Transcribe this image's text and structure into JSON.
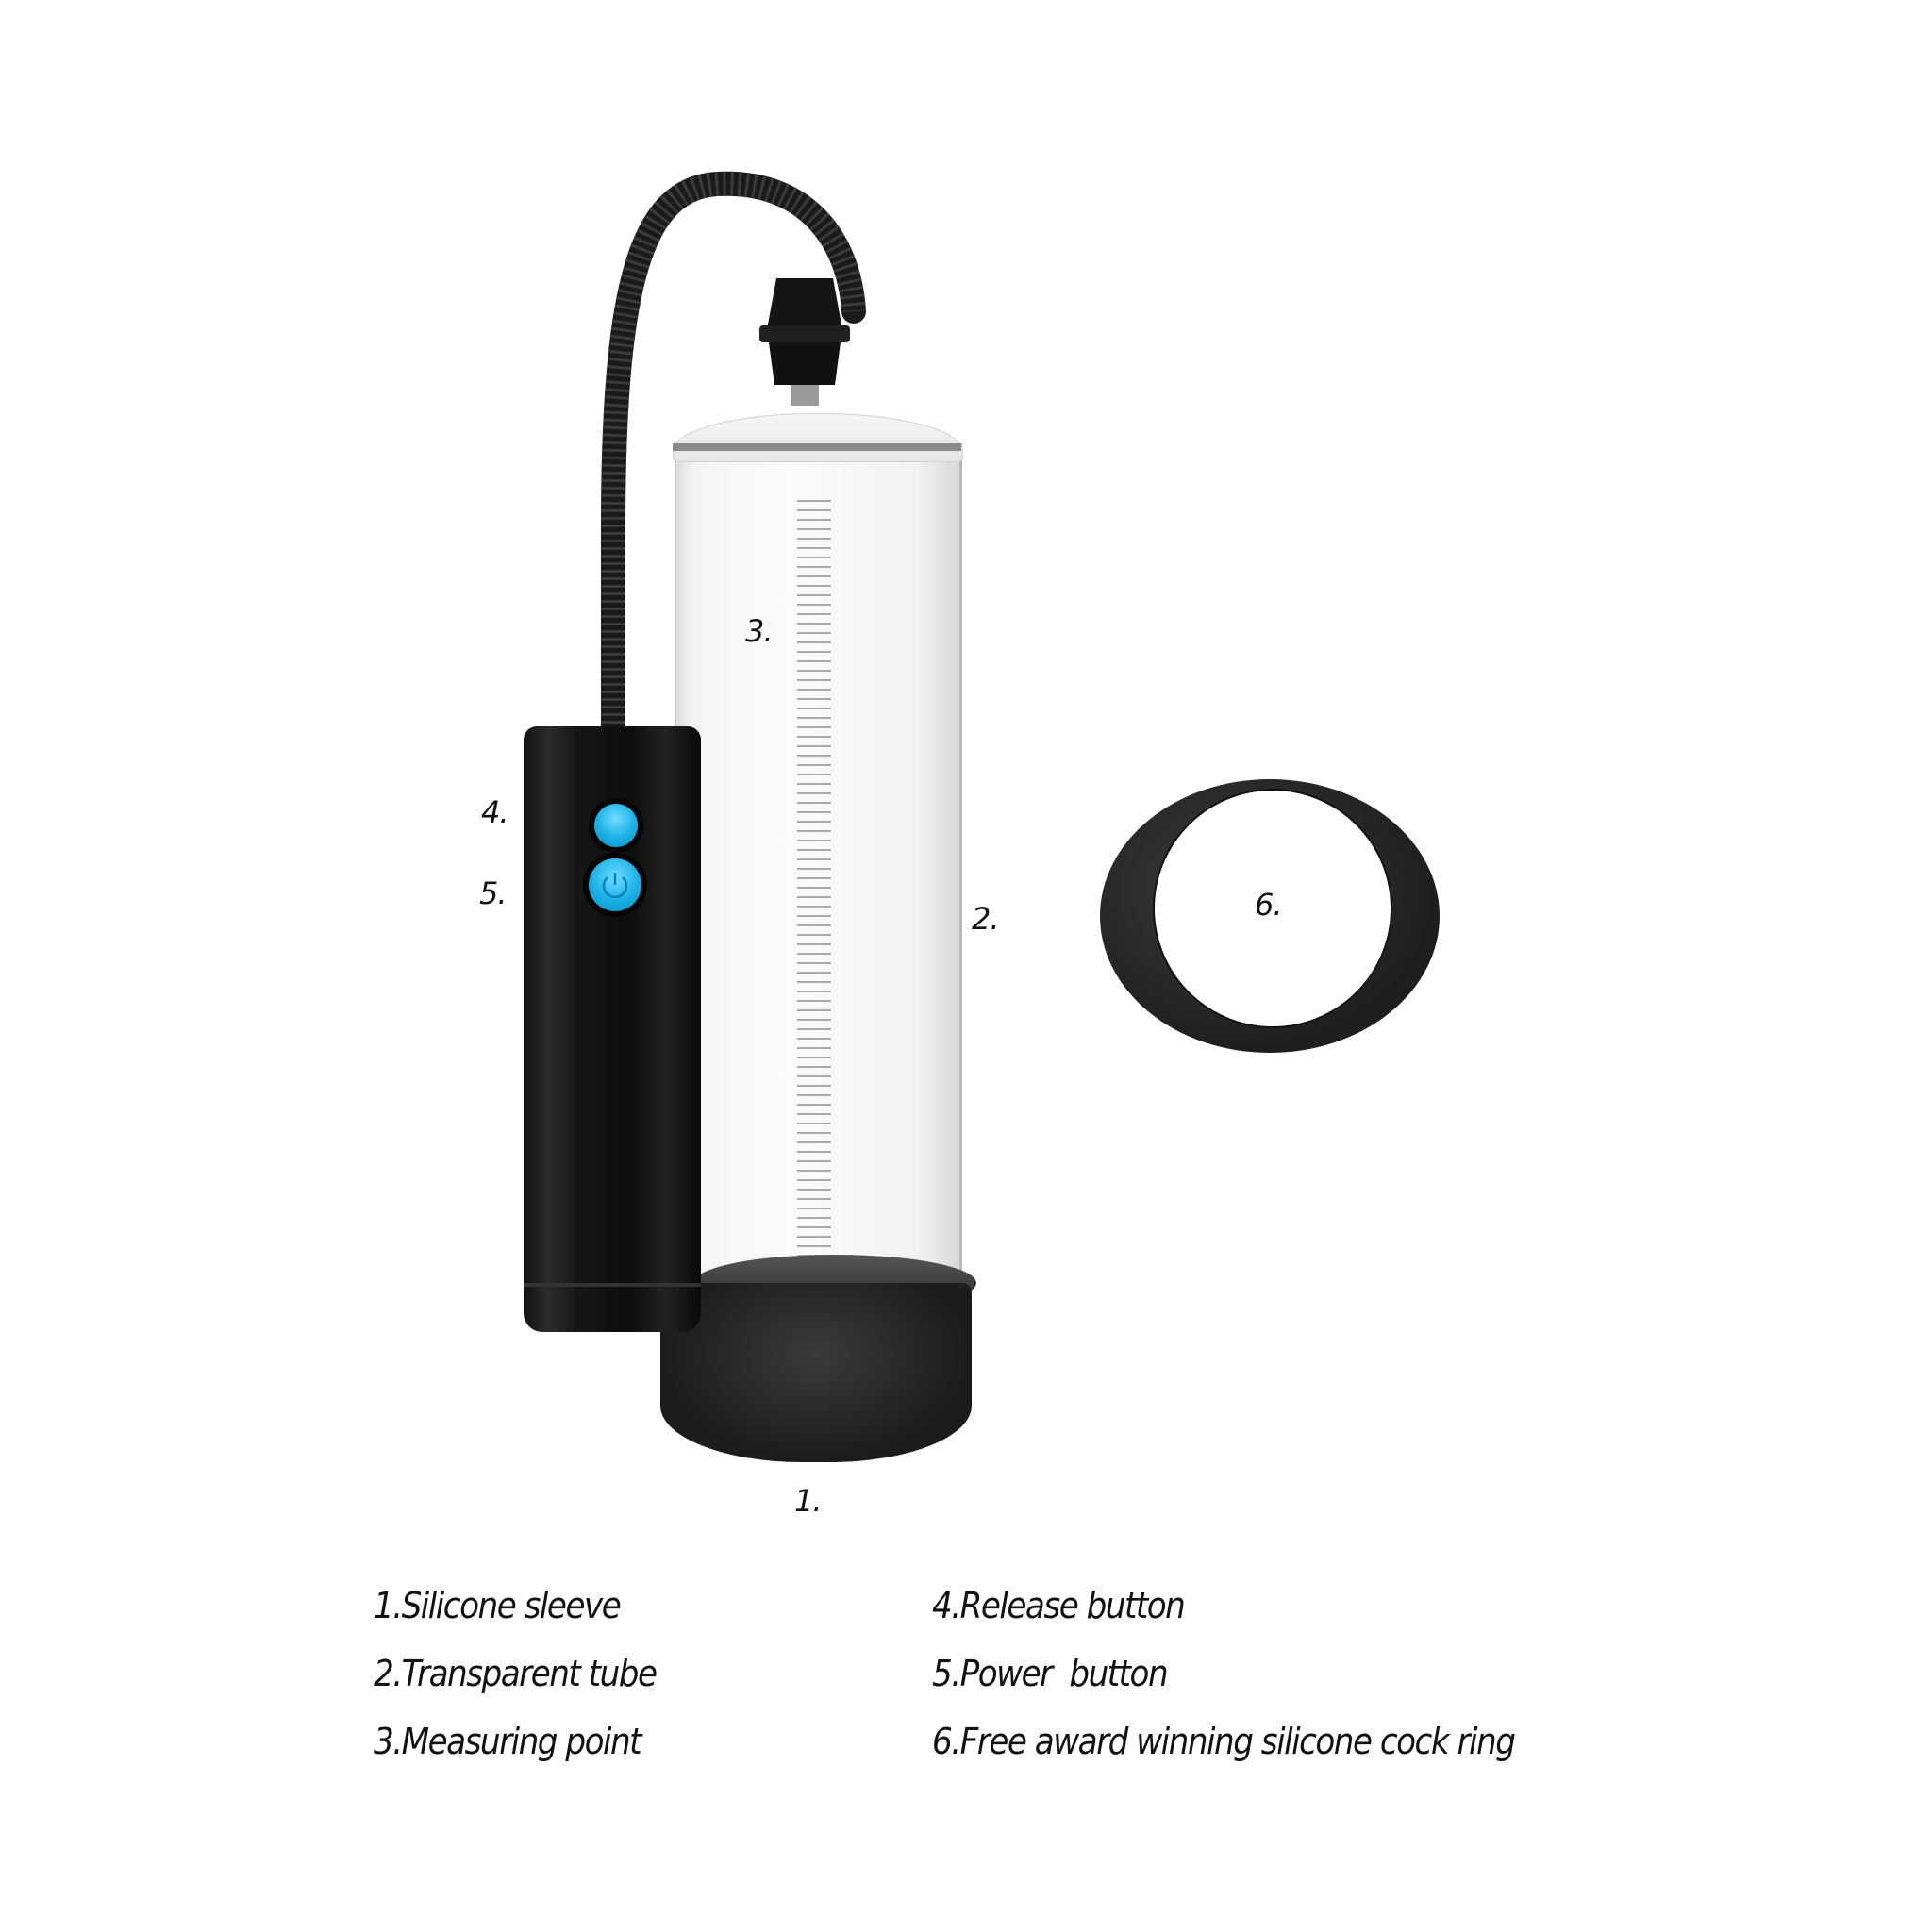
{
  "diagram": {
    "subject": "Electric vacuum pump with accessories",
    "callouts": [
      {
        "id": "1",
        "label": "1."
      },
      {
        "id": "2",
        "label": "2."
      },
      {
        "id": "3",
        "label": "3."
      },
      {
        "id": "4",
        "label": "4."
      },
      {
        "id": "5",
        "label": "5."
      },
      {
        "id": "6",
        "label": "6."
      }
    ],
    "legend": [
      {
        "num": "1",
        "text": "1.Silicone sleeve"
      },
      {
        "num": "2",
        "text": "2.Transparent tube"
      },
      {
        "num": "3",
        "text": "3.Measuring point"
      },
      {
        "num": "4",
        "text": "4.Release button"
      },
      {
        "num": "5",
        "text": "5.Power  button"
      },
      {
        "num": "6",
        "text": "6.Free award winning silicone cock ring"
      }
    ],
    "colors": {
      "button_blue": "#19b0e6",
      "body_black": "#111111",
      "tube_clear": "#f4f4f4",
      "text": "#111111"
    },
    "icons": {
      "power_button": "power-icon",
      "release_button": "release-icon"
    }
  }
}
